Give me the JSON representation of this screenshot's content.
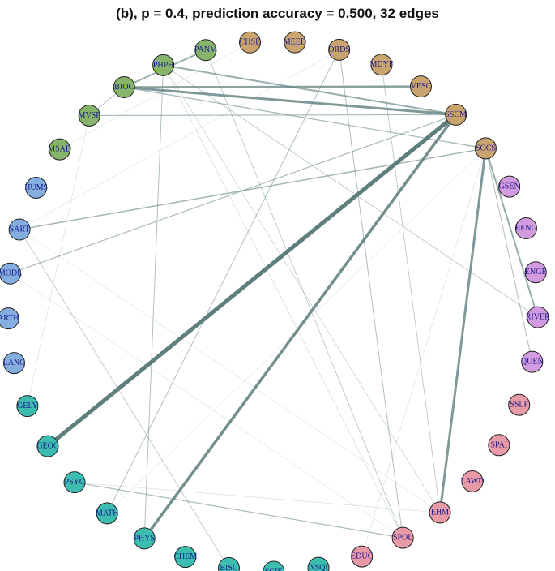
{
  "title": "(b), p = 0.4, prediction accuracy = 0.500, 32 edges",
  "group_colors": {
    "tan": "#c9a46e",
    "purple": "#d29be0",
    "pink": "#e89aa6",
    "teal": "#3dbdb0",
    "blue": "#84aee0",
    "green": "#86b46a"
  },
  "edge_color": "#5f7f7e",
  "nodes": [
    {
      "id": "CHSE",
      "group": "tan"
    },
    {
      "id": "MEED",
      "group": "tan"
    },
    {
      "id": "ORDS",
      "group": "tan"
    },
    {
      "id": "MDYF",
      "group": "tan"
    },
    {
      "id": "VESC",
      "group": "tan"
    },
    {
      "id": "SSCM",
      "group": "tan"
    },
    {
      "id": "SOCS",
      "group": "tan"
    },
    {
      "id": "GSEN",
      "group": "purple"
    },
    {
      "id": "EENG",
      "group": "purple"
    },
    {
      "id": "ENGE",
      "group": "purple"
    },
    {
      "id": "RIVER",
      "group": "purple"
    },
    {
      "id": "QUEN",
      "group": "purple"
    },
    {
      "id": "SSLF",
      "group": "pink"
    },
    {
      "id": "SPAI",
      "group": "pink"
    },
    {
      "id": "LAWD",
      "group": "pink"
    },
    {
      "id": "EHM",
      "group": "pink"
    },
    {
      "id": "SPOL",
      "group": "pink"
    },
    {
      "id": "EDUC",
      "group": "pink"
    },
    {
      "id": "NSQI",
      "group": "teal"
    },
    {
      "id": "SCIE",
      "group": "teal"
    },
    {
      "id": "BISC",
      "group": "teal"
    },
    {
      "id": "CHEM",
      "group": "teal"
    },
    {
      "id": "PHYS",
      "group": "teal"
    },
    {
      "id": "MATH",
      "group": "teal"
    },
    {
      "id": "PSYC",
      "group": "teal"
    },
    {
      "id": "GEOC",
      "group": "teal"
    },
    {
      "id": "GELY",
      "group": "teal"
    },
    {
      "id": "LANG",
      "group": "blue"
    },
    {
      "id": "ARTH",
      "group": "blue"
    },
    {
      "id": "MODL",
      "group": "blue"
    },
    {
      "id": "SART",
      "group": "blue"
    },
    {
      "id": "HUMS",
      "group": "blue"
    },
    {
      "id": "MSAD",
      "group": "green"
    },
    {
      "id": "MVSP",
      "group": "green"
    },
    {
      "id": "BIOC",
      "group": "green"
    },
    {
      "id": "PHPH",
      "group": "green"
    },
    {
      "id": "PANM",
      "group": "green"
    }
  ],
  "edges": [
    {
      "source": "SSCM",
      "target": "GEOC",
      "weight": 5
    },
    {
      "source": "SSCM",
      "target": "PHYS",
      "weight": 3.5
    },
    {
      "source": "SSCM",
      "target": "BIOC",
      "weight": 3
    },
    {
      "source": "SSCM",
      "target": "PHPH",
      "weight": 2
    },
    {
      "source": "SSCM",
      "target": "MVSP",
      "weight": 1.2
    },
    {
      "source": "SSCM",
      "target": "MODL",
      "weight": 1.2
    },
    {
      "source": "SOCS",
      "target": "EHM",
      "weight": 3
    },
    {
      "source": "SOCS",
      "target": "RIVER",
      "weight": 2
    },
    {
      "source": "SOCS",
      "target": "SART",
      "weight": 1.5
    },
    {
      "source": "SOCS",
      "target": "BIOC",
      "weight": 1.3
    },
    {
      "source": "SOCS",
      "target": "QUEN",
      "weight": 1
    },
    {
      "source": "SOCS",
      "target": "EDUC",
      "weight": 0.4
    },
    {
      "source": "SOCS",
      "target": "MATH",
      "weight": 0.4
    },
    {
      "source": "VESC",
      "target": "BIOC",
      "weight": 2.5
    },
    {
      "source": "PANM",
      "target": "BIOC",
      "weight": 2
    },
    {
      "source": "PANM",
      "target": "SPOL",
      "weight": 0.8
    },
    {
      "source": "PHPH",
      "target": "PHYS",
      "weight": 1
    },
    {
      "source": "PHPH",
      "target": "EHM",
      "weight": 0.6
    },
    {
      "source": "PHPH",
      "target": "SPOL",
      "weight": 0.5
    },
    {
      "source": "PHPH",
      "target": "RIVER",
      "weight": 0.8
    },
    {
      "source": "BIOC",
      "target": "MVSP",
      "weight": 1
    },
    {
      "source": "ORDS",
      "target": "MATH",
      "weight": 1
    },
    {
      "source": "ORDS",
      "target": "SPOL",
      "weight": 1
    },
    {
      "source": "ORDS",
      "target": "SART",
      "weight": 0.4
    },
    {
      "source": "MDYF",
      "target": "EHM",
      "weight": 0.8
    },
    {
      "source": "CHSE",
      "target": "MSAD",
      "weight": 0.4
    },
    {
      "source": "SART",
      "target": "BISC",
      "weight": 0.8
    },
    {
      "source": "SART",
      "target": "EHM",
      "weight": 0.4
    },
    {
      "source": "MODL",
      "target": "SPOL",
      "weight": 0.4
    },
    {
      "source": "PSYC",
      "target": "SPOL",
      "weight": 1.2
    },
    {
      "source": "PSYC",
      "target": "EHM",
      "weight": 0.4
    },
    {
      "source": "GELY",
      "target": "MVSP",
      "weight": 0.4
    }
  ]
}
